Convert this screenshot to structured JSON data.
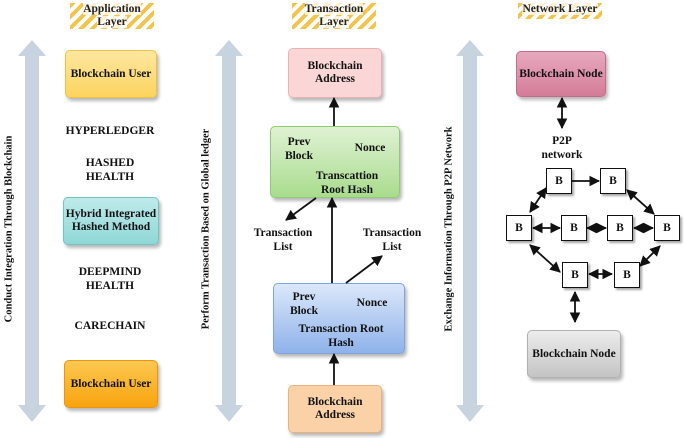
{
  "headers": {
    "application": "Application Layer",
    "transaction": "Transaction Layer",
    "network": "Network Layer"
  },
  "vertical_labels": {
    "left": "Conduct Integration Through Blockchain",
    "middle": "Perform Transaction Based on Global ledger",
    "right": "Exchange Information Through P2P Network"
  },
  "application_layer": {
    "top_box": "Blockchain User",
    "items": [
      "HYPERLEDGER",
      "HASHED HEALTH"
    ],
    "hybrid_box": "Hybrid Integrated Hashed Method",
    "items2": [
      "DEEPMIND HEALTH",
      "CARECHAIN"
    ],
    "bottom_box": "Blockchain User"
  },
  "transaction_layer": {
    "top_address": "Blockchain Address",
    "green_block": {
      "prev": "Prev Block",
      "nonce": "Nonce",
      "root": "Transcattion Root Hash"
    },
    "tx_list_left": "Transaction List",
    "tx_list_right": "Transaction List",
    "blue_block": {
      "prev": "Prev Block",
      "nonce": "Nonce",
      "root": "Transaction Root Hash"
    },
    "bottom_address": "Blockchain Address"
  },
  "network_layer": {
    "top_node": "Blockchain Node",
    "p2p_label": "P2P network",
    "node_label": "B",
    "bottom_node": "Blockchain Node"
  },
  "colors": {
    "arrow": "#c7d3df",
    "yellow_box": "#fcd45f",
    "orange_box": "#fbb31a",
    "teal_box": "#8fd8d8",
    "pink_box": "#fbd6d6",
    "green_box": "#a9dc8e",
    "blue_box": "#a6c3ee",
    "peach_box": "#fbd2a8",
    "node_pink": "#d9839f",
    "node_grey": "#d2d2d2"
  }
}
